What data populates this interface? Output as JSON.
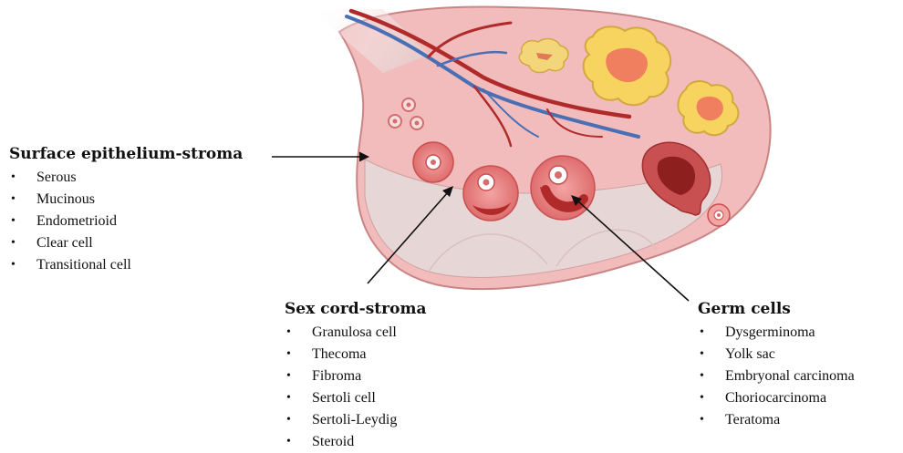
{
  "categories": {
    "surface": {
      "title": "Surface epithelium-stroma",
      "items": [
        "Serous",
        "Mucinous",
        "Endometrioid",
        "Clear cell",
        "Transitional cell"
      ]
    },
    "sex_cord": {
      "title": "Sex cord-stroma",
      "items": [
        "Granulosa cell",
        "Thecoma",
        "Fibroma",
        "Sertoli cell",
        "Sertoli-Leydig",
        "Steroid"
      ]
    },
    "germ": {
      "title": "Germ cells",
      "items": [
        "Dysgerminoma",
        "Yolk sac",
        "Embryonal carcinoma",
        "Choriocarcinoma",
        "Teratoma"
      ]
    }
  },
  "colors": {
    "ovary_fill": "#f2bcbc",
    "ovary_outline": "#c98585",
    "medulla": "#e7d6d6",
    "follicle": "#e06d6d",
    "blood_red": "#b02a2a",
    "blood_blue": "#4a6fb5",
    "corpus_yellow": "#f7d35f",
    "corpus_center": "#f07f5f",
    "arrow": "#111111"
  }
}
